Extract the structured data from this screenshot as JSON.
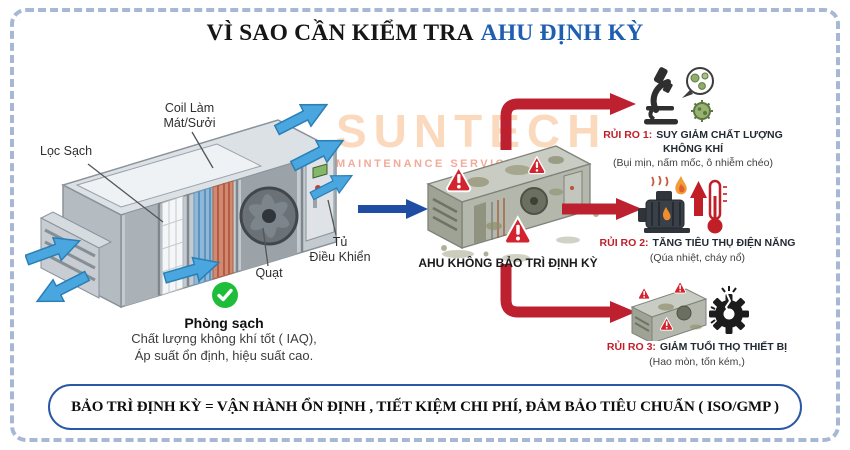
{
  "title": {
    "prefix": "VÌ SAO CẦN KIỂM TRA",
    "highlight": "AHU ĐỊNH KỲ"
  },
  "clean_ahu": {
    "labels": {
      "coil_line1": "Coil Làm",
      "coil_line2": "Mát/Sưởi",
      "filter": "Lọc Sạch",
      "control_line1": "Tủ",
      "control_line2": "Điều Khiển",
      "fan": "Quạt"
    },
    "check_icon": "check-circle-icon",
    "caption": {
      "title": "Phòng sạch",
      "line1": "Chất lượng không khí tốt ( IAQ),",
      "line2": "Áp suất ổn định, hiệu suất cao."
    }
  },
  "dirty_ahu": {
    "label": "AHU KHÔNG BẢO TRÌ ĐỊNH KỲ",
    "warning_icon": "warning-triangle-icon"
  },
  "risks": [
    {
      "label": "RỦI RO 1:",
      "title": "SUY GIẢM CHẤT LƯỢNG KHÔNG KHÍ",
      "subtitle": "(Bụi mịn, nấm mốc, ô nhiễm chéo)",
      "icon": "microscope-germs-icon"
    },
    {
      "label": "RỦI RO 2:",
      "title": "TĂNG TIÊU THỤ ĐIỆN NĂNG",
      "subtitle": "(Qúa nhiệt, cháy nổ)",
      "icon": "overheated-motor-thermometer-icon"
    },
    {
      "label": "RỦI RO 3:",
      "title": "GIẢM TUỔI THỌ THIẾT BỊ",
      "subtitle": "(Hao mòn, tốn kém,)",
      "icon": "worn-unit-broken-gear-icon"
    }
  ],
  "banner": {
    "text": "BẢO TRÌ ĐỊNH KỲ = VẬN HÀNH ỔN ĐỊNH , TIẾT KIỆM CHI PHÍ, ĐẢM BẢO TIÊU CHUẨN ( ISO/GMP )"
  },
  "watermark": {
    "line1": "SUNTECH",
    "line2": "MAINTENANCE SERVICES"
  },
  "colors": {
    "accent_blue": "#1f5fb2",
    "risk_red": "#c01f28",
    "arrow_red": "#bd2130",
    "arrow_blue": "#1e4da3",
    "airflow_blue": "#49a6df",
    "border_dashed": "#a6b8d6",
    "banner_border": "#2b57a7",
    "check_green": "#1fbe3a"
  }
}
